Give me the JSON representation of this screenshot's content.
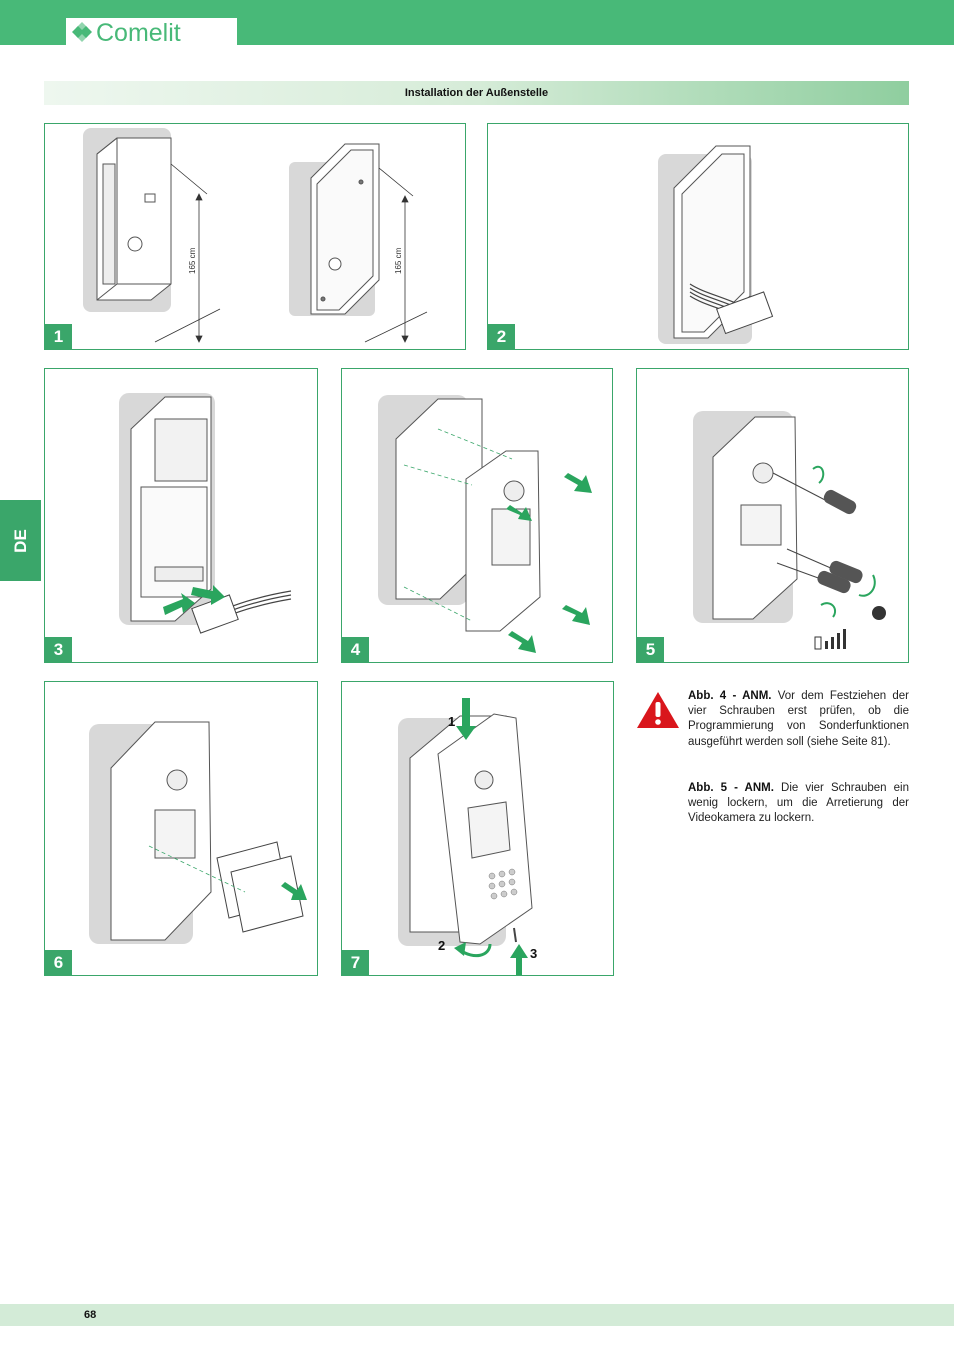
{
  "header": {
    "brand": "Comelit",
    "bar_color": "#48b978"
  },
  "section": {
    "title": "Installation der Außenstelle"
  },
  "side_tab": {
    "language": "DE"
  },
  "figures": [
    {
      "number": "1",
      "dimension_label_left": "165 cm",
      "dimension_label_right": "165 cm"
    },
    {
      "number": "2"
    },
    {
      "number": "3"
    },
    {
      "number": "4"
    },
    {
      "number": "5"
    },
    {
      "number": "6"
    },
    {
      "number": "7",
      "step_labels": [
        "1",
        "2",
        "3"
      ]
    }
  ],
  "notes": [
    {
      "label": "Abb. 4 - ANM.",
      "text": " Vor dem Festziehen der vier Schrauben erst prüfen, ob die Programmierung von Sonderfunktionen ausgeführt werden soll (siehe Seite 81)."
    },
    {
      "label": "Abb. 5 - ANM.",
      "text": " Die vier Schrauben ein wenig lockern, um die Arretierung der Videokamera zu lockern."
    }
  ],
  "footer": {
    "page_number": "68"
  },
  "colors": {
    "accent_green": "#3aa66a",
    "warning_red": "#d9161c",
    "arrow_green": "#2aa55e"
  },
  "icons": {
    "warning": "warning-triangle-icon"
  }
}
